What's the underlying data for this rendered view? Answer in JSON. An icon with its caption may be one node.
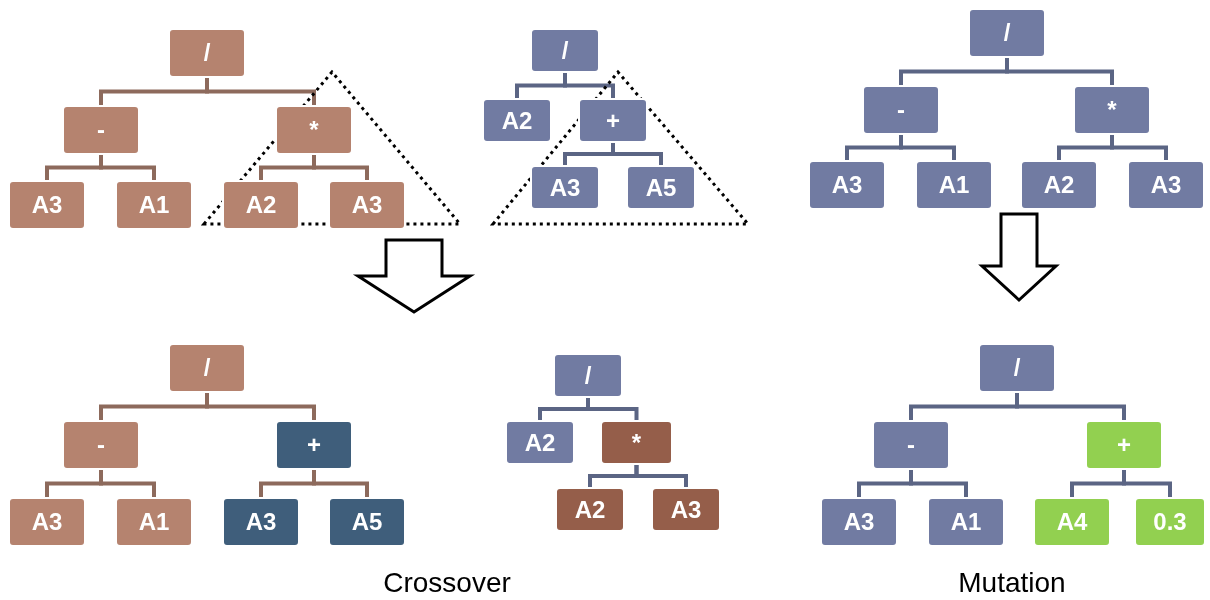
{
  "diagram": {
    "nodes": [
      {
        "text": [
          "/"
        ]
      },
      {
        "text": [
          "-"
        ]
      },
      {
        "text": [
          "*"
        ]
      },
      {
        "text": [
          "A3"
        ]
      },
      {
        "text": [
          "A1"
        ]
      },
      {
        "text": [
          "A2"
        ]
      },
      {
        "text": [
          "A3"
        ]
      },
      {
        "text": [
          "/"
        ]
      },
      {
        "text": [
          "A2"
        ]
      },
      {
        "text": [
          "+"
        ]
      },
      {
        "text": [
          "A3"
        ]
      },
      {
        "text": [
          "A5"
        ]
      },
      {
        "text": [
          "/"
        ]
      },
      {
        "text": [
          "-"
        ]
      },
      {
        "text": [
          "*"
        ]
      },
      {
        "text": [
          "A3"
        ]
      },
      {
        "text": [
          "A1"
        ]
      },
      {
        "text": [
          "A2"
        ]
      },
      {
        "text": [
          "A3"
        ]
      },
      {
        "text": [
          "/"
        ]
      },
      {
        "text": [
          "-"
        ]
      },
      {
        "text": [
          "+"
        ]
      },
      {
        "text": [
          "A3"
        ]
      },
      {
        "text": [
          "A1"
        ]
      },
      {
        "text": [
          "A3"
        ]
      },
      {
        "text": [
          "A5"
        ]
      },
      {
        "text": [
          "/"
        ]
      },
      {
        "text": [
          "A2"
        ]
      },
      {
        "text": [
          "*"
        ]
      },
      {
        "text": [
          "A2"
        ]
      },
      {
        "text": [
          "A3"
        ]
      },
      {
        "text": [
          "/"
        ]
      },
      {
        "text": [
          "-"
        ]
      },
      {
        "text": [
          "+"
        ]
      },
      {
        "text": [
          "A3"
        ]
      },
      {
        "text": [
          "A1"
        ]
      },
      {
        "text": [
          "A4"
        ]
      },
      {
        "text": [
          "0.3"
        ]
      }
    ],
    "edges": [
      {
        "from": 0,
        "to": 1,
        "arrow": "none",
        "color": "#8d6a5c"
      },
      {
        "from": 0,
        "to": 2,
        "arrow": "none",
        "color": "#8d6a5c"
      },
      {
        "from": 1,
        "to": 3,
        "arrow": "none",
        "color": "#8d6a5c"
      },
      {
        "from": 1,
        "to": 4,
        "arrow": "none",
        "color": "#8d6a5c"
      },
      {
        "from": 2,
        "to": 5,
        "arrow": "none",
        "color": "#8d6a5c"
      },
      {
        "from": 2,
        "to": 6,
        "arrow": "none",
        "color": "#8d6a5c"
      },
      {
        "from": 7,
        "to": 8,
        "arrow": "none"
      },
      {
        "from": 7,
        "to": 9,
        "arrow": "none"
      },
      {
        "from": 9,
        "to": 10,
        "arrow": "none"
      },
      {
        "from": 9,
        "to": 11,
        "arrow": "none"
      },
      {
        "from": 12,
        "to": 13,
        "arrow": "none"
      },
      {
        "from": 12,
        "to": 14,
        "arrow": "none"
      },
      {
        "from": 13,
        "to": 15,
        "arrow": "none"
      },
      {
        "from": 13,
        "to": 16,
        "arrow": "none"
      },
      {
        "from": 14,
        "to": 17,
        "arrow": "none"
      },
      {
        "from": 14,
        "to": 18,
        "arrow": "none"
      },
      {
        "from": 19,
        "to": 20,
        "arrow": "none",
        "color": "#8d6a5c"
      },
      {
        "from": 19,
        "to": 21,
        "arrow": "none",
        "color": "#8d6a5c"
      },
      {
        "from": 20,
        "to": 22,
        "arrow": "none",
        "color": "#8d6a5c"
      },
      {
        "from": 20,
        "to": 23,
        "arrow": "none",
        "color": "#8d6a5c"
      },
      {
        "from": 21,
        "to": 24,
        "arrow": "none",
        "color": "#8d6a5c"
      },
      {
        "from": 21,
        "to": 25,
        "arrow": "none",
        "color": "#8d6a5c"
      },
      {
        "from": 26,
        "to": 27,
        "arrow": "none"
      },
      {
        "from": 26,
        "to": 28,
        "arrow": "none"
      },
      {
        "from": 28,
        "to": 29,
        "arrow": "none"
      },
      {
        "from": 28,
        "to": 30,
        "arrow": "none"
      },
      {
        "from": 31,
        "to": 32,
        "arrow": "none"
      },
      {
        "from": 31,
        "to": 33,
        "arrow": "none"
      },
      {
        "from": 32,
        "to": 34,
        "arrow": "none"
      },
      {
        "from": 32,
        "to": 35,
        "arrow": "none"
      },
      {
        "from": 33,
        "to": 36,
        "arrow": "none"
      },
      {
        "from": 33,
        "to": 37,
        "arrow": "none"
      }
    ],
    "labels": [
      "Crossover",
      "Mutation"
    ]
  }
}
